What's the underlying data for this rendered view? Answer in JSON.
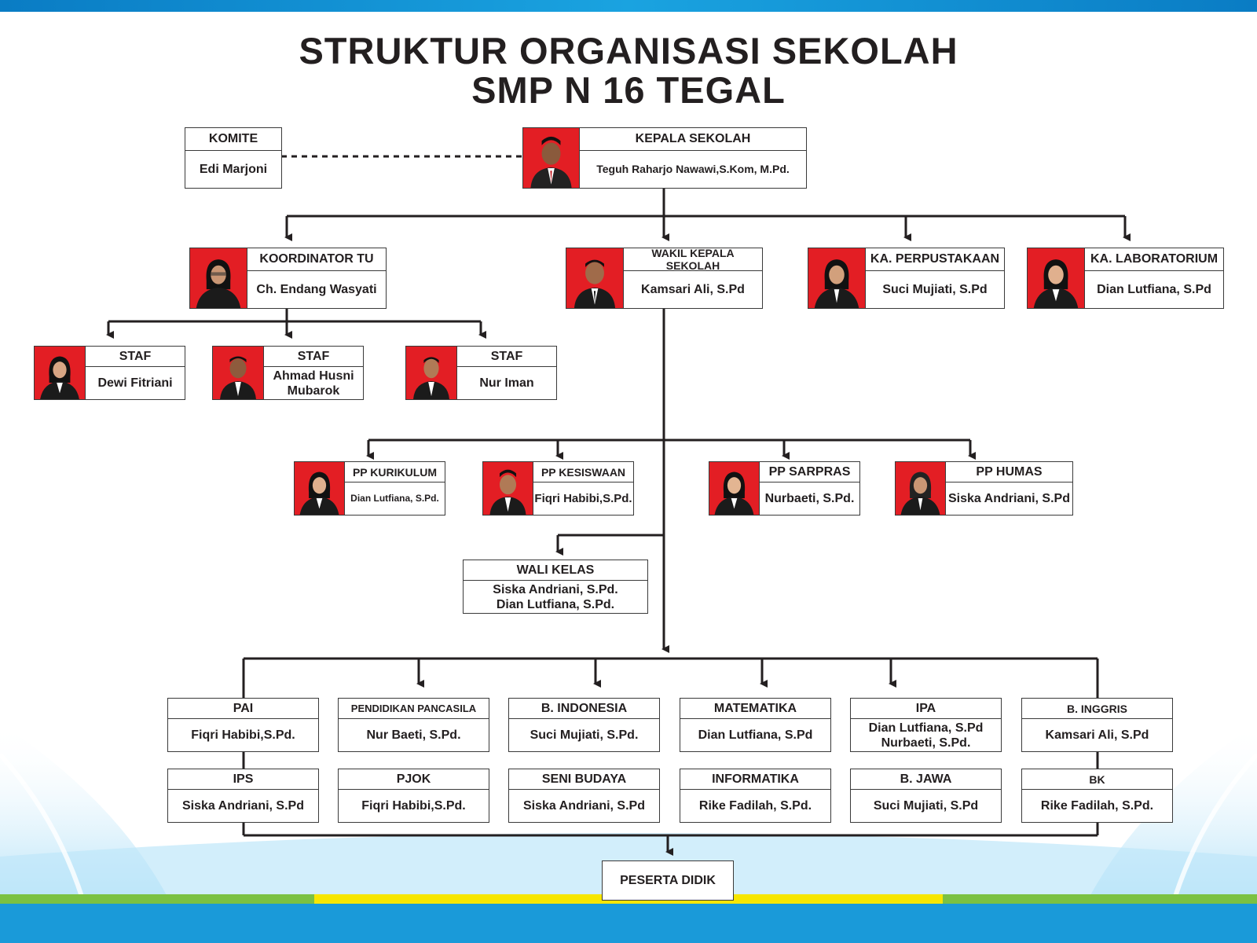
{
  "title_line1": "STRUKTUR ORGANISASI  SEKOLAH",
  "title_line2": "SMP N 16 TEGAL",
  "komite": {
    "title": "KOMITE",
    "name": "Edi Marjoni"
  },
  "kepala": {
    "title": "KEPALA SEKOLAH",
    "name": "Teguh Raharjo Nawawi,S.Kom, M.Pd."
  },
  "koordinator_tu": {
    "title": "KOORDINATOR TU",
    "name": "Ch. Endang Wasyati"
  },
  "wakil": {
    "title": "WAKIL KEPALA SEKOLAH",
    "name": "Kamsari Ali, S.Pd"
  },
  "perpustakaan": {
    "title": "KA. PERPUSTAKAAN",
    "name": "Suci Mujiati, S.Pd"
  },
  "laboratorium": {
    "title": "KA. LABORATORIUM",
    "name": "Dian Lutfiana, S.Pd"
  },
  "staf": [
    {
      "title": "STAF",
      "name": "Dewi Fitriani"
    },
    {
      "title": "STAF",
      "name": "Ahmad Husni Mubarok"
    },
    {
      "title": "STAF",
      "name": "Nur Iman"
    }
  ],
  "pp": [
    {
      "title": "PP KURIKULUM",
      "name": "Dian Lutfiana, S.Pd."
    },
    {
      "title": "PP KESISWAAN",
      "name": "Fiqri Habibi,S.Pd."
    },
    {
      "title": "PP SARPRAS",
      "name": "Nurbaeti, S.Pd."
    },
    {
      "title": "PP HUMAS",
      "name": "Siska Andriani, S.Pd"
    }
  ],
  "wali_kelas": {
    "title": "WALI KELAS",
    "name_1": "Siska Andriani, S.Pd.",
    "name_2": "Dian Lutfiana, S.Pd."
  },
  "subjects_row1": [
    {
      "title": "PAI",
      "name": "Fiqri Habibi,S.Pd."
    },
    {
      "title": "PENDIDIKAN PANCASILA",
      "name": "Nur Baeti, S.Pd."
    },
    {
      "title": "B. INDONESIA",
      "name": "Suci Mujiati, S.Pd."
    },
    {
      "title": "MATEMATIKA",
      "name": "Dian Lutfiana, S.Pd"
    },
    {
      "title": "IPA",
      "name": "Dian Lutfiana, S.Pd",
      "name_2": "Nurbaeti, S.Pd."
    },
    {
      "title": "B. INGGRIS",
      "name": "Kamsari Ali, S.Pd"
    }
  ],
  "subjects_row2": [
    {
      "title": "IPS",
      "name": "Siska Andriani, S.Pd"
    },
    {
      "title": "PJOK",
      "name": "Fiqri Habibi,S.Pd."
    },
    {
      "title": "SENI BUDAYA",
      "name": "Siska Andriani, S.Pd"
    },
    {
      "title": "INFORMATIKA",
      "name": "Rike Fadilah, S.Pd."
    },
    {
      "title": "B. JAWA",
      "name": "Suci Mujiati, S.Pd"
    },
    {
      "title": "BK",
      "name": "Rike Fadilah, S.Pd."
    }
  ],
  "peserta_didik": "PESERTA DIDIK",
  "colors": {
    "photo_bg": "#e31e24",
    "line": "#231f20",
    "top_bar": "#0a7cc4",
    "accent_yellow": "#f7e600"
  }
}
